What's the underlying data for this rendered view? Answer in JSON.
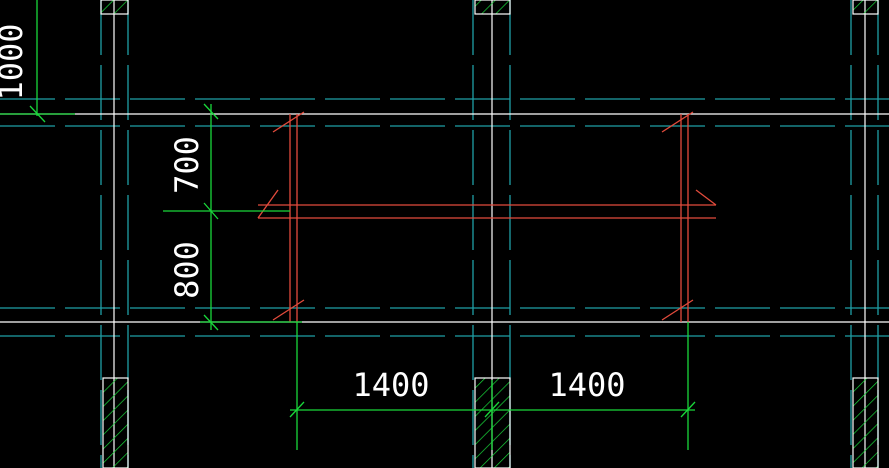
{
  "drawing": {
    "background": "#000000",
    "colors": {
      "grid_dash": "#1f9fa6",
      "column_outline": "#ffffff",
      "column_hatch": "#19d83a",
      "dimension": "#19d83a",
      "opening": "#e34b3c",
      "text": "#ffffff"
    },
    "dimensions": {
      "top_vertical": "1000",
      "vertical_upper": "700",
      "vertical_lower": "800",
      "horizontal_left": "1400",
      "horizontal_right": "1400"
    }
  }
}
